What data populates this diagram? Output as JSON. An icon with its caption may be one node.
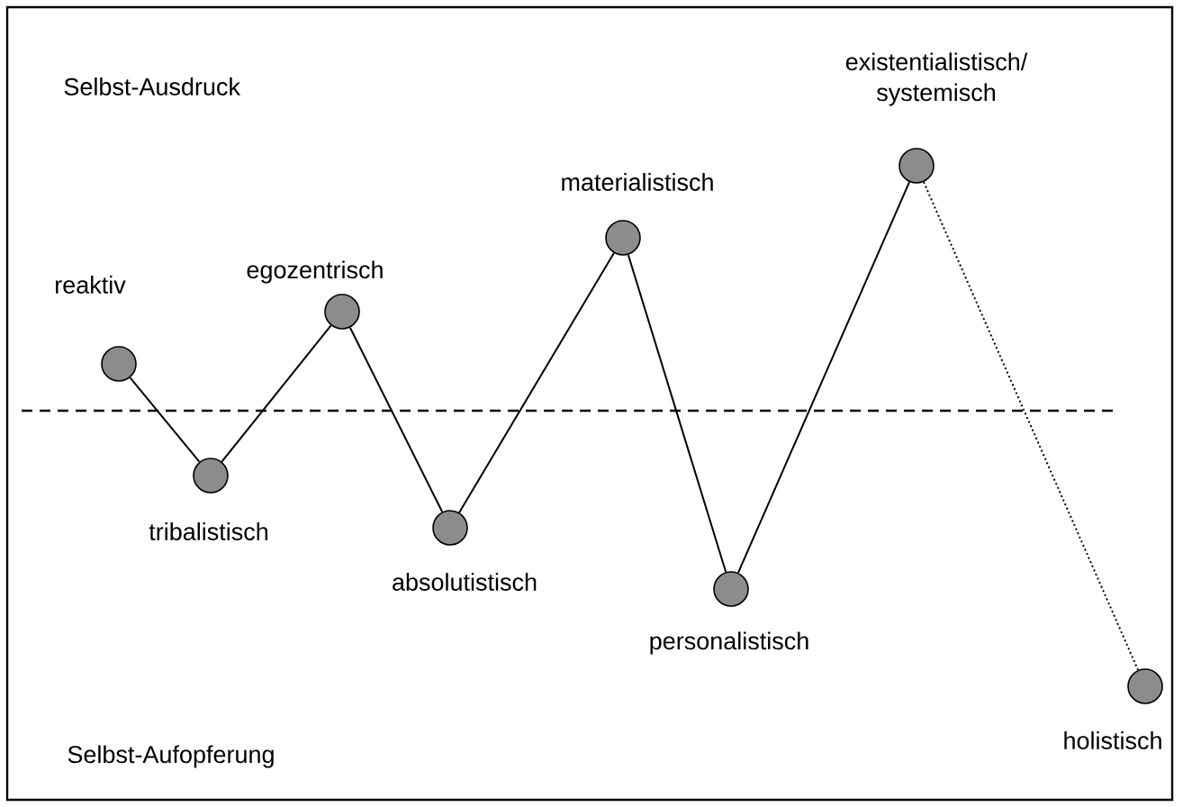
{
  "diagram": {
    "nodes": [
      {
        "text": [],
        "shape": "circle",
        "beside": [
          "reaktiv"
        ]
      },
      {
        "text": [],
        "shape": "circle",
        "beside": [
          "tribalistisch"
        ]
      },
      {
        "text": [],
        "shape": "circle",
        "beside": [
          "egozentrisch"
        ]
      },
      {
        "text": [],
        "shape": "circle",
        "beside": [
          "absolutistisch"
        ]
      },
      {
        "text": [],
        "shape": "circle",
        "beside": [
          "materialistisch"
        ]
      },
      {
        "text": [],
        "shape": "circle",
        "beside": [
          "personalistisch"
        ]
      },
      {
        "text": [],
        "shape": "circle",
        "beside": [
          "existentialistisch/ systemisch"
        ]
      },
      {
        "text": [],
        "shape": "circle",
        "beside": [
          "holistisch"
        ]
      }
    ],
    "edges": [
      {
        "from": 0,
        "to": 1,
        "arrow": "none"
      },
      {
        "from": 1,
        "to": 2,
        "arrow": "none"
      },
      {
        "from": 2,
        "to": 3,
        "arrow": "none"
      },
      {
        "from": 3,
        "to": 4,
        "arrow": "none"
      },
      {
        "from": 4,
        "to": 5,
        "arrow": "none"
      },
      {
        "from": 5,
        "to": 6,
        "arrow": "none"
      },
      {
        "from": 6,
        "to": 7,
        "arrow": "none",
        "style": "dashed"
      }
    ],
    "labels": [
      "Selbst-Ausdruck",
      "Selbst-Aufopferung"
    ]
  }
}
